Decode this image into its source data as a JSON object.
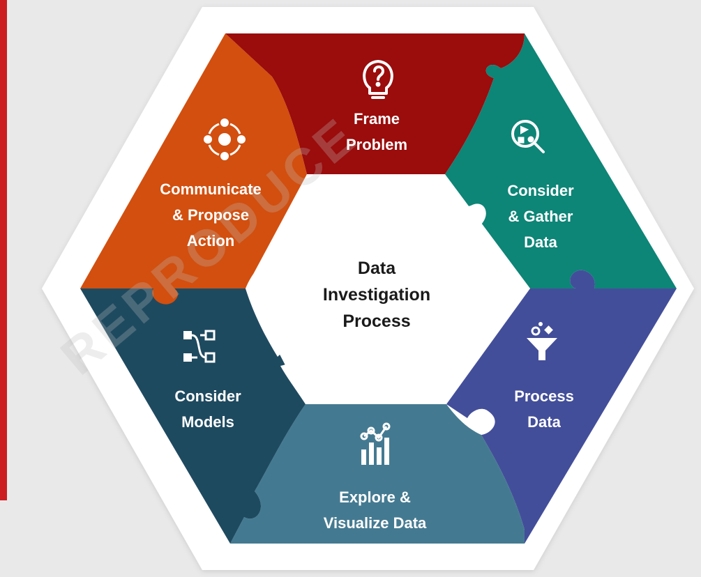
{
  "colors": {
    "left_bar": "#cc1c1f",
    "hexagon": "#ffffff",
    "frame_problem": "#9b0c0c",
    "consider_gather": "#0d8577",
    "process_data": "#434e9a",
    "explore_visualize": "#447a91",
    "consider_models": "#1e4a60",
    "communicate": "#d24f0f"
  },
  "center": {
    "lines": [
      "Data",
      "Investigation",
      "Process"
    ]
  },
  "segments": {
    "frame_problem": {
      "icon": "lightbulb-question-icon",
      "lines": [
        "Frame",
        "Problem"
      ]
    },
    "consider_gather": {
      "icon": "search-shapes-icon",
      "lines": [
        "Consider",
        "& Gather",
        "Data"
      ]
    },
    "process_data": {
      "icon": "funnel-filter-icon",
      "lines": [
        "Process",
        "Data"
      ]
    },
    "explore_visualize": {
      "icon": "bar-chart-trend-icon",
      "lines": [
        "Explore &",
        "Visualize Data"
      ]
    },
    "consider_models": {
      "icon": "model-flow-icon",
      "lines": [
        "Consider",
        "Models"
      ]
    },
    "communicate": {
      "icon": "target-dots-icon",
      "lines": [
        "Communicate",
        "& Propose",
        "Action"
      ]
    }
  },
  "watermark": "REPRODUCE"
}
